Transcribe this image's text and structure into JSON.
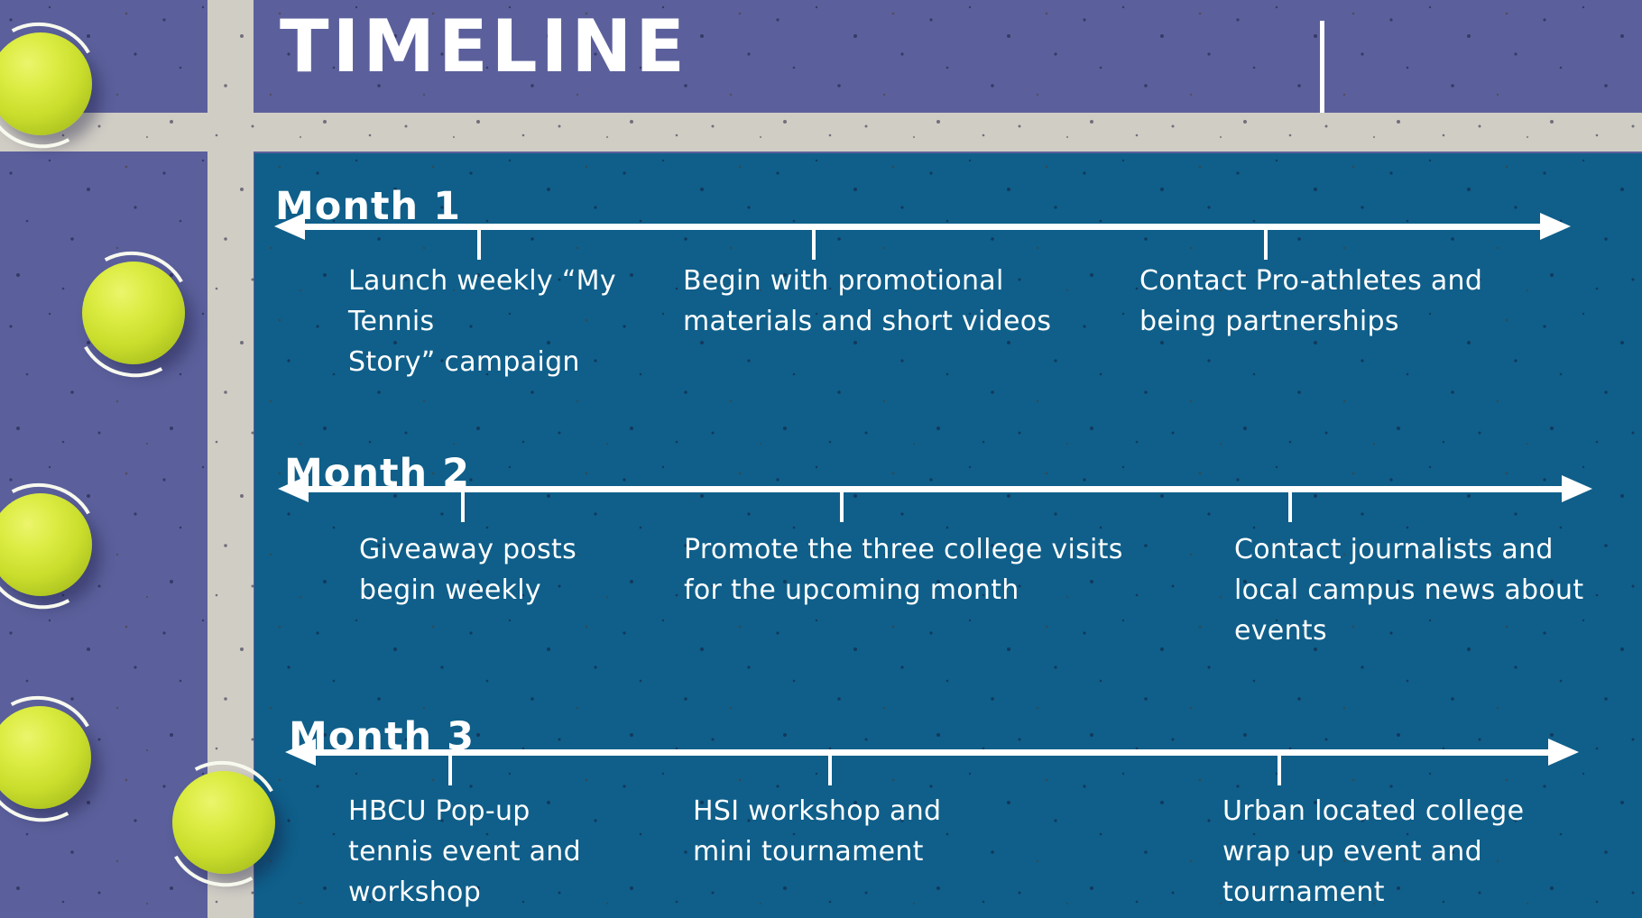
{
  "slide": {
    "title": "TIMELINE"
  },
  "colors": {
    "court_purple": "#5b609c",
    "panel_teal": "#0f5f8a",
    "court_line_gray": "#d0cdc5",
    "text_white": "#ffffff",
    "ball_yellow": "#cde033"
  },
  "icons": {
    "tennis_ball": "yellow-circle-with-white-seams"
  },
  "months": [
    {
      "label": "Month 1",
      "items": [
        {
          "lines": [
            "Launch weekly “My",
            "Tennis",
            "Story” campaign"
          ]
        },
        {
          "lines": [
            "Begin with promotional",
            "materials and short videos"
          ]
        },
        {
          "lines": [
            "Contact Pro-athletes and",
            "being partnerships"
          ]
        }
      ]
    },
    {
      "label": "Month 2",
      "items": [
        {
          "lines": [
            "Giveaway posts",
            "begin weekly"
          ]
        },
        {
          "lines": [
            "Promote the three college visits",
            "for the upcoming month"
          ]
        },
        {
          "lines": [
            "Contact journalists and",
            "local campus news about",
            "events"
          ]
        }
      ]
    },
    {
      "label": "Month 3",
      "items": [
        {
          "lines": [
            "HBCU Pop-up",
            "tennis event and",
            "workshop"
          ]
        },
        {
          "lines": [
            "HSI workshop and",
            "mini tournament"
          ]
        },
        {
          "lines": [
            "Urban located college",
            "wrap up event and",
            "tournament"
          ]
        }
      ]
    }
  ]
}
